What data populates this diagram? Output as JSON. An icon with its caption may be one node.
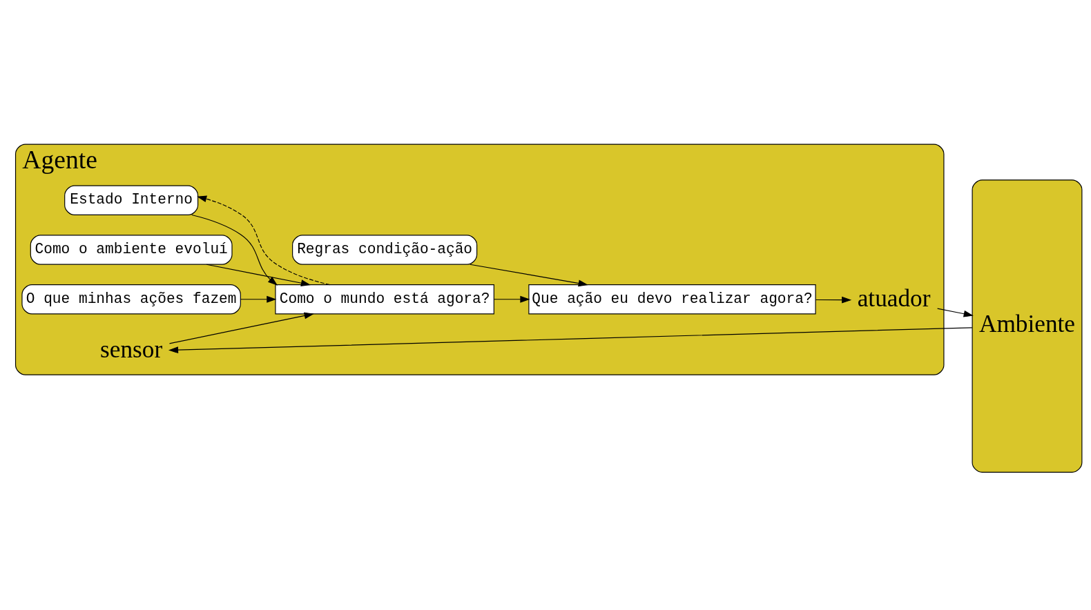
{
  "diagram": {
    "nodes": [
      {
        "text": [
          "Agente"
        ]
      },
      {
        "text": [
          "Estado Interno"
        ],
        "in": 0
      },
      {
        "text": [
          "Como o ambiente evoluí"
        ],
        "in": 0
      },
      {
        "text": [
          "O que minhas ações fazem"
        ],
        "in": 0
      },
      {
        "text": [
          "Regras condição-ação"
        ],
        "in": 0
      },
      {
        "text": [
          "sensor"
        ],
        "in": 0
      },
      {
        "text": [
          "Como o mundo está agora?"
        ],
        "in": 0
      },
      {
        "text": [
          "Que ação eu devo realizar agora?"
        ],
        "in": 0
      },
      {
        "text": [
          "atuador"
        ],
        "in": 0
      },
      {
        "text": [
          "Ambiente"
        ]
      }
    ],
    "edges": [
      {
        "from": 9,
        "to": 5,
        "arrow": "to"
      },
      {
        "from": 5,
        "to": 6,
        "arrow": "to"
      },
      {
        "from": 1,
        "to": 6,
        "arrow": "to"
      },
      {
        "from": 2,
        "to": 6,
        "arrow": "to"
      },
      {
        "from": 3,
        "to": 6,
        "arrow": "to"
      },
      {
        "from": 6,
        "to": 1,
        "arrow": "to",
        "style": "dashed"
      },
      {
        "from": 6,
        "to": 7,
        "arrow": "to"
      },
      {
        "from": 4,
        "to": 7,
        "arrow": "to"
      },
      {
        "from": 7,
        "to": 8,
        "arrow": "to"
      },
      {
        "from": 8,
        "to": 9,
        "arrow": "to"
      }
    ]
  }
}
